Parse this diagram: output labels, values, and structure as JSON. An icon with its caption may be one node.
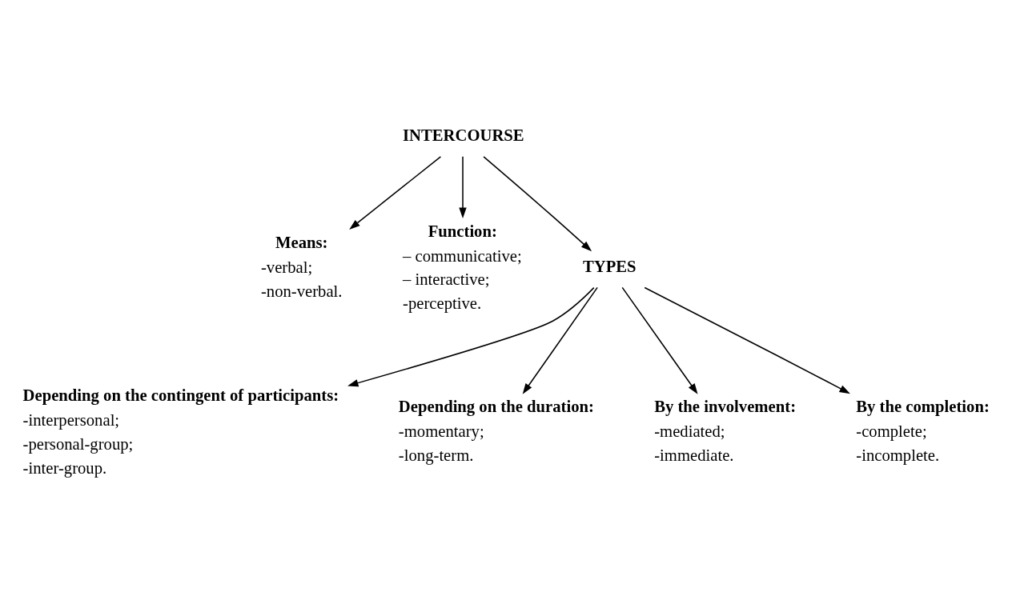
{
  "diagram": {
    "nodes": [
      {
        "text": [
          "INTERCOURSE"
        ]
      },
      {
        "text": [
          "Means:",
          "-verbal;",
          "-non-verbal."
        ]
      },
      {
        "text": [
          "Function:",
          "– communicative;",
          "– interactive;",
          "-perceptive."
        ]
      },
      {
        "text": [
          "TYPES"
        ]
      },
      {
        "text": [
          "Depending on the contingent of participants:",
          "-interpersonal;",
          "-personal-group;",
          "-inter-group."
        ]
      },
      {
        "text": [
          "Depending on the duration:",
          "-momentary;",
          "-long-term."
        ]
      },
      {
        "text": [
          "By the involvement:",
          "-mediated;",
          "-immediate."
        ]
      },
      {
        "text": [
          "By the completion:",
          "-complete;",
          "-incomplete."
        ]
      }
    ],
    "edges": [
      {
        "from": 0,
        "to": 1,
        "arrow": "to"
      },
      {
        "from": 0,
        "to": 3,
        "arrow": "to"
      },
      {
        "from": 0,
        "to": 2,
        "arrow": "to"
      },
      {
        "from": 3,
        "to": 4,
        "arrow": "to"
      },
      {
        "from": 3,
        "to": 5,
        "arrow": "to"
      },
      {
        "from": 3,
        "to": 6,
        "arrow": "to"
      },
      {
        "from": 3,
        "to": 7,
        "arrow": "to"
      }
    ]
  }
}
